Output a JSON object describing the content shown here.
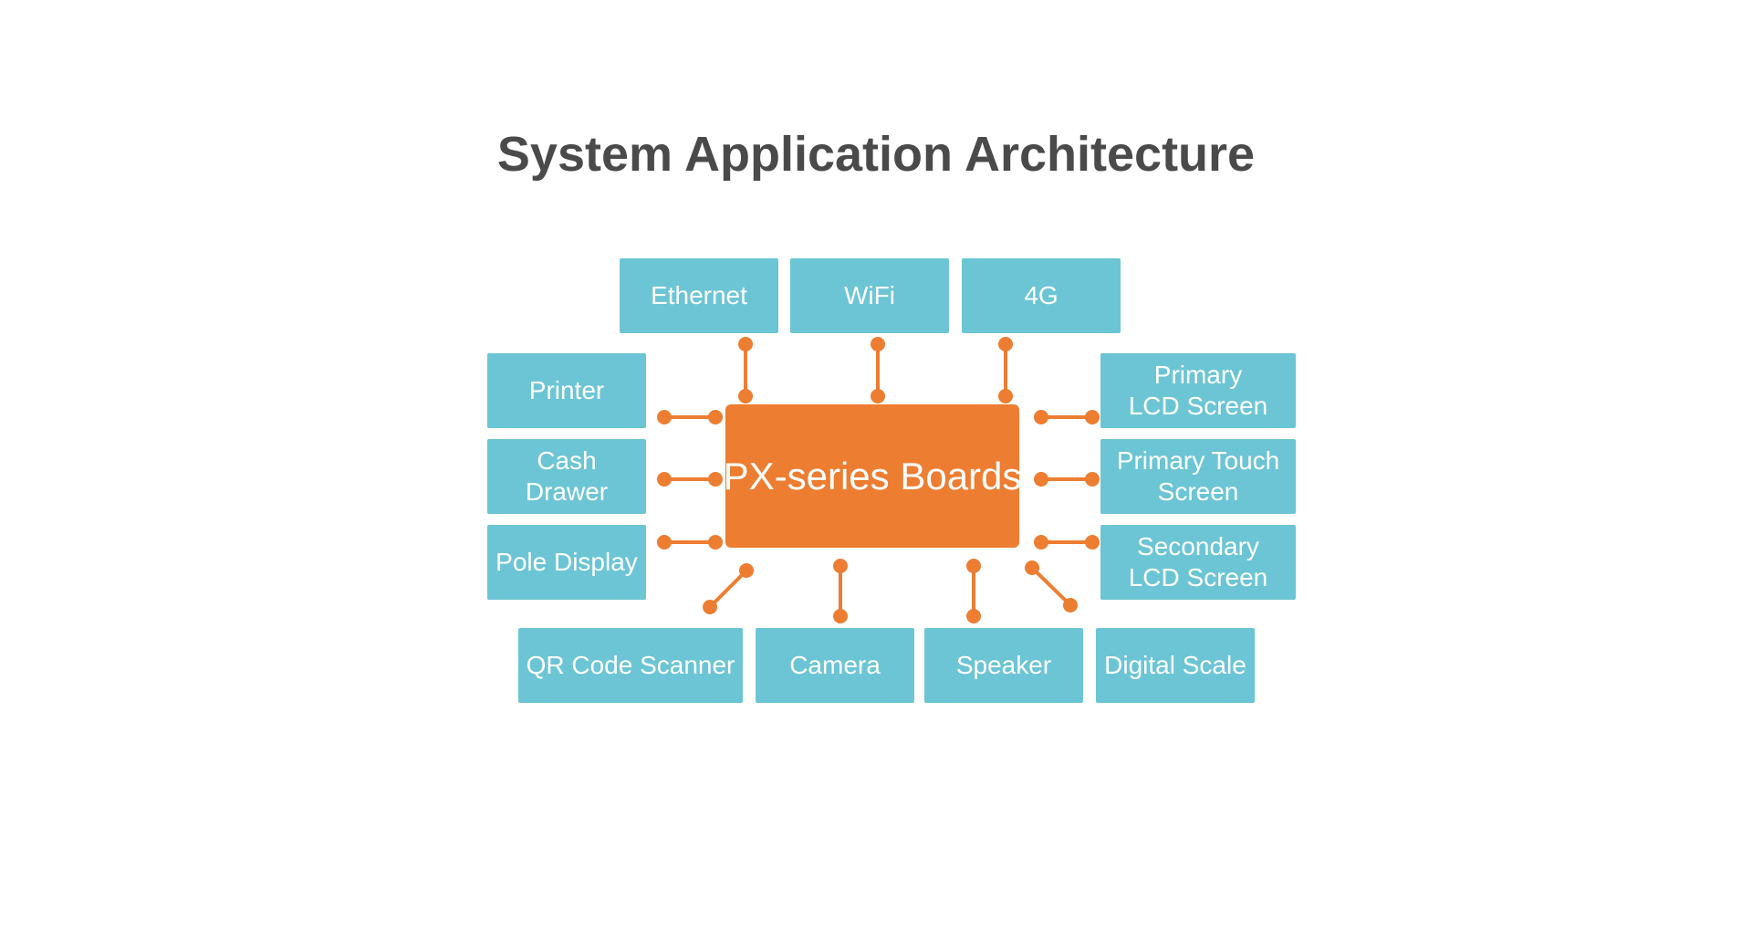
{
  "title": "System Application Architecture",
  "center": {
    "label": "PX-series Boards",
    "color": "#ed7d31"
  },
  "node_color": "#6cc5d4",
  "connector_color": "#ed7d31",
  "title_color": "#4a4a4a",
  "nodes": {
    "ethernet": "Ethernet",
    "wifi": "WiFi",
    "g4": "4G",
    "printer": "Printer",
    "cash_drawer": "Cash Drawer",
    "pole_display": "Pole Display",
    "primary_lcd": "Primary\nLCD Screen",
    "primary_touch": "Primary Touch\nScreen",
    "secondary_lcd": "Secondary\nLCD Screen",
    "qr_scanner": "QR Code Scanner",
    "camera": "Camera",
    "speaker": "Speaker",
    "digital_scale": "Digital Scale"
  }
}
